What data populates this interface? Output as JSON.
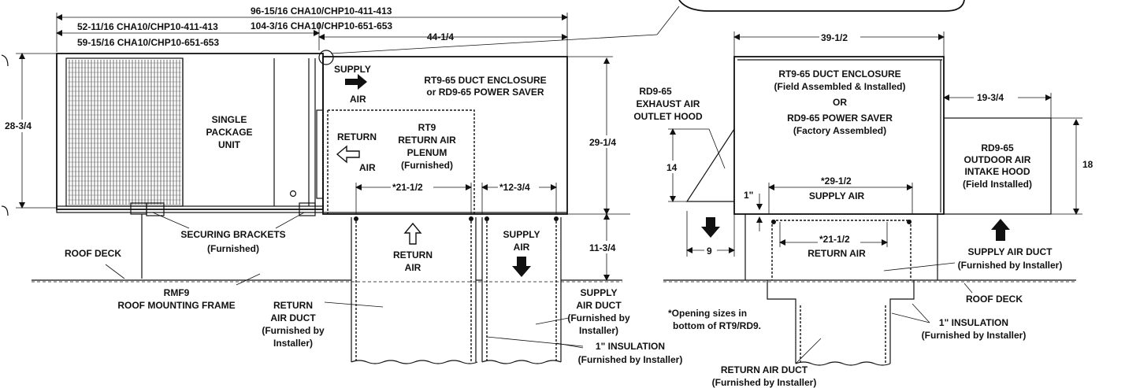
{
  "dimensions": {
    "overall_611": "96-15/16   CHA10/CHP10-411-413",
    "d_5211": "52-11/16  CHA10/CHP10-411-413",
    "d_1043": "104-3/16   CHA10/CHP10-651-653",
    "d_5915": "59-15/16  CHA10/CHP10-651-653",
    "d_441": "44-1/4",
    "d_283": "28-3/4",
    "d_291": "29-1/4",
    "d_113": "11-3/4",
    "d_211_left": "*21-1/2",
    "d_123": "*12-3/4",
    "d_391": "39-1/2",
    "d_193": "19-3/4",
    "d_14": "14",
    "d_18": "18",
    "d_1in": "1\"",
    "d_291_right": "*29-1/2",
    "d_211_right": "*21-1/2",
    "d_9": "9"
  },
  "left_view": {
    "unit_label": [
      "SINGLE",
      "PACKAGE",
      "UNIT"
    ],
    "supply": [
      "SUPPLY",
      "AIR"
    ],
    "enclosure": [
      "RT9-65 DUCT ENCLOSURE",
      "or RD9-65 POWER SAVER"
    ],
    "return_side": [
      "RETURN",
      "AIR"
    ],
    "plenum": [
      "RT9",
      "RETURN AIR",
      "PLENUM",
      "(Furnished)"
    ],
    "brackets": [
      "SECURING BRACKETS",
      "(Furnished)"
    ],
    "roof_deck": "ROOF DECK",
    "frame": [
      "RMF9",
      "ROOF MOUNTING FRAME"
    ],
    "return_duct_arrow": [
      "RETURN",
      "AIR"
    ],
    "supply_duct_arrow": [
      "SUPPLY",
      "AIR"
    ],
    "return_duct": [
      "RETURN",
      "AIR DUCT",
      "(Furnished by",
      "Installer)"
    ],
    "supply_duct": [
      "SUPPLY",
      "AIR DUCT",
      "(Furnished by",
      "Installer)"
    ],
    "insulation": [
      "1\" INSULATION",
      "(Furnished by Installer)"
    ]
  },
  "right_view": {
    "enclosure": [
      "RT9-65 DUCT ENCLOSURE",
      "(Field Assembled & Installed)",
      "OR",
      "RD9-65 POWER SAVER",
      "(Factory Assembled)"
    ],
    "exhaust": [
      "RD9-65",
      "EXHAUST AIR",
      "OUTLET HOOD"
    ],
    "intake": [
      "RD9-65",
      "OUTDOOR AIR",
      "INTAKE HOOD",
      "(Field Installed)"
    ],
    "supply_air": "SUPPLY AIR",
    "return_air": "RETURN AIR",
    "supply_duct": [
      "SUPPLY AIR DUCT",
      "(Furnished by Installer)"
    ],
    "roof_deck": "ROOF DECK",
    "opening_note": [
      "*Opening sizes in",
      "bottom of RT9/RD9."
    ],
    "insulation": [
      "1\" INSULATION",
      "(Furnished by Installer)"
    ],
    "return_duct": [
      "RETURN AIR DUCT",
      "(Furnished by Installer)"
    ]
  }
}
